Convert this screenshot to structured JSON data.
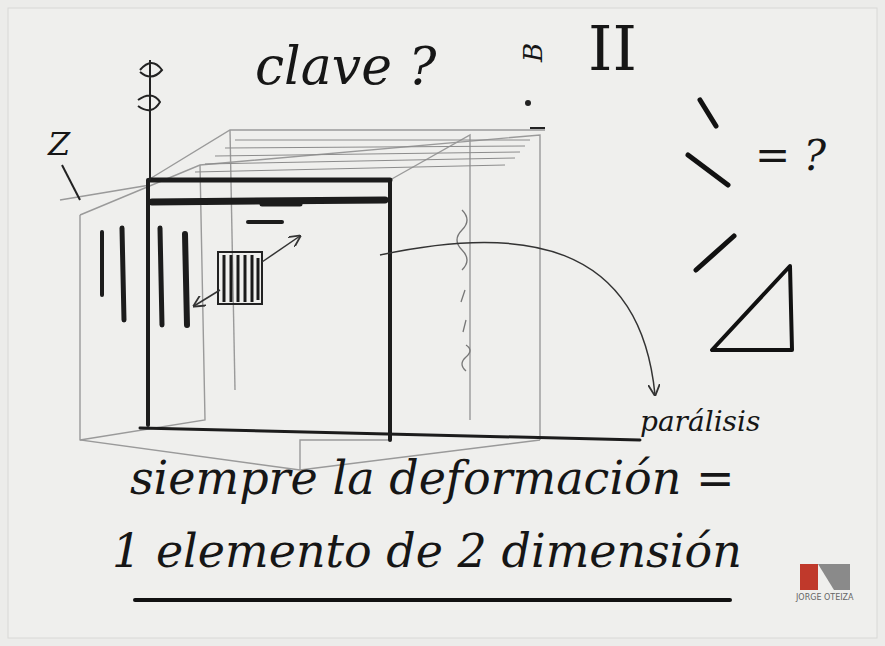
{
  "diagram": {
    "labels": [
      "clave ?",
      "II",
      "= ?",
      "Z",
      "B",
      "parálisis",
      "siempre la deformación =",
      "1 elemento de 2 dimensión",
      "JORGE OTEIZA"
    ]
  }
}
